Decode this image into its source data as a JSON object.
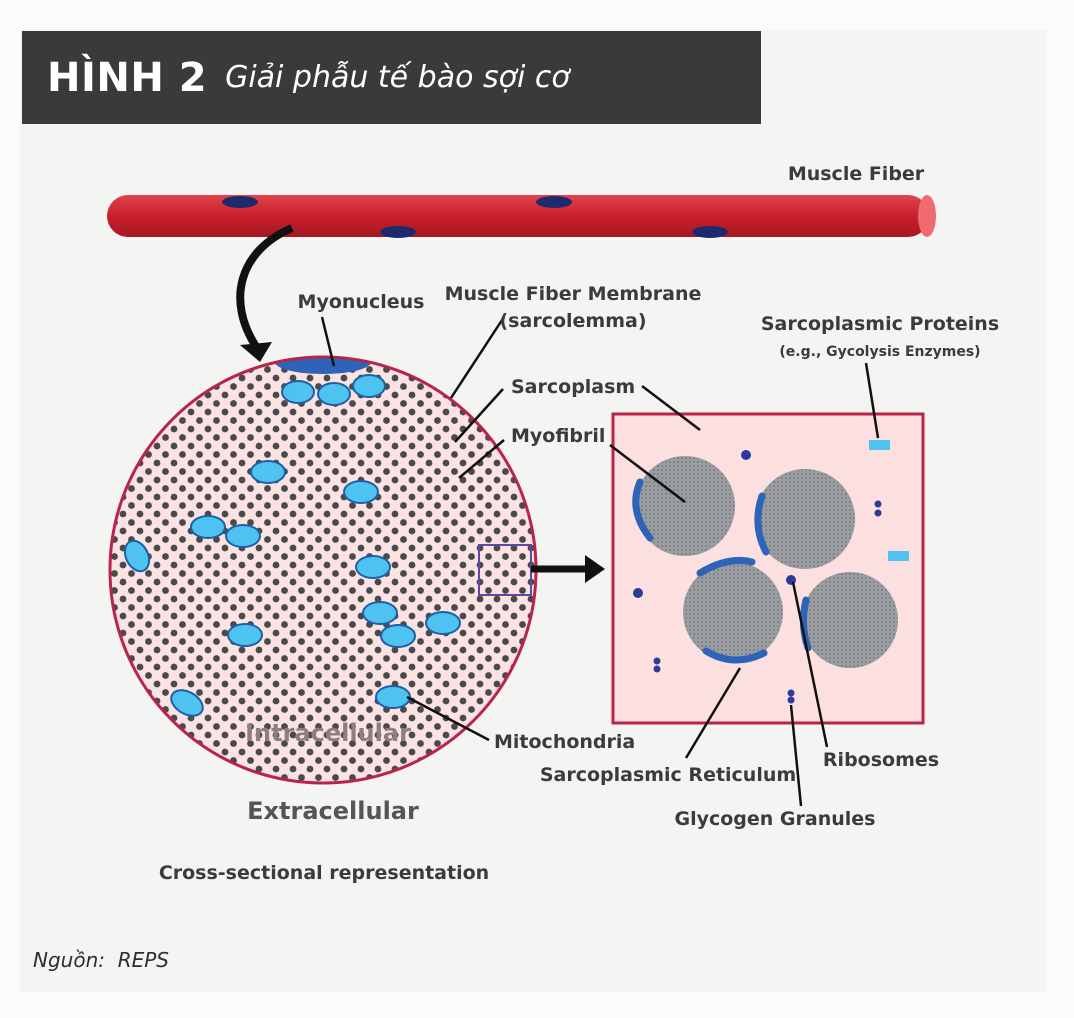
{
  "header": {
    "figure_number": "HÌNH 2",
    "title": "Giải phẫu tế bào sợi cơ"
  },
  "labels": {
    "muscle_fiber": "Muscle Fiber",
    "myonucleus": "Myonucleus",
    "membrane": "Muscle Fiber Membrane",
    "membrane_sub": "(sarcolemma)",
    "sarcoplasm": "Sarcoplasm",
    "myofibril": "Myofibril",
    "sarco_proteins": "Sarcoplasmic Proteins",
    "sarco_proteins_sub": "(e.g., Gycolysis Enzymes)",
    "intracellular": "Intracellular",
    "extracellular": "Extracellular",
    "mitochondria": "Mitochondria",
    "sarco_reticulum": "Sarcoplasmic Reticulum",
    "ribosomes": "Ribosomes",
    "glycogen": "Glycogen Granules",
    "cross_section": "Cross-sectional representation"
  },
  "footer": {
    "source_label": "Nguồn:",
    "source_value": "REPS"
  },
  "colors": {
    "fiber_red": "#c8202c",
    "membrane_crimson": "#b8244a",
    "cytoplasm_pink": "#fbe0e0",
    "mito_blue": "#4ec3ef",
    "nucleus_blue": "#2d63b8",
    "dark_navy": "#1d2a6e",
    "myofibril_gray": "#8f9296",
    "header_bg": "#3a3a3a"
  }
}
